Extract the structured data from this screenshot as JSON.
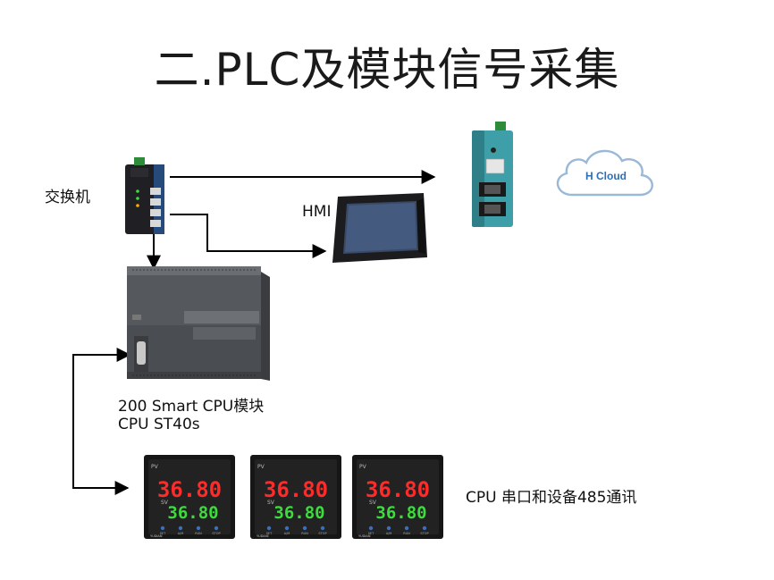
{
  "title": "二.PLC及模块信号采集",
  "labels": {
    "switch": "交换机",
    "hmi": "HMI",
    "cpu_line1": "200 Smart CPU模块",
    "cpu_line2": "CPU ST40s",
    "serial": "CPU 串口和设备485通讯"
  },
  "cloud": {
    "text": "H Cloud"
  },
  "controllers": [
    {
      "pv_tag": "PV",
      "pv": "36.80",
      "sv_tag": "SV",
      "sv": "36.80",
      "brand": "YUDIAN",
      "keys": [
        "SET",
        "A/M",
        "RUN",
        "STOP"
      ]
    },
    {
      "pv_tag": "PV",
      "pv": "36.80",
      "sv_tag": "SV",
      "sv": "36.80",
      "brand": "YUDIAN",
      "keys": [
        "SET",
        "A/M",
        "RUN",
        "STOP"
      ]
    },
    {
      "pv_tag": "PV",
      "pv": "36.80",
      "sv_tag": "SV",
      "sv": "36.80",
      "brand": "YUDIAN",
      "keys": [
        "SET",
        "A/M",
        "RUN",
        "STOP"
      ]
    }
  ],
  "colors": {
    "pv_display": "#ff2a2a",
    "sv_display": "#3cdc3c",
    "cloud_text": "#2f6fb5",
    "gateway_teal": "#3f9fa8"
  }
}
